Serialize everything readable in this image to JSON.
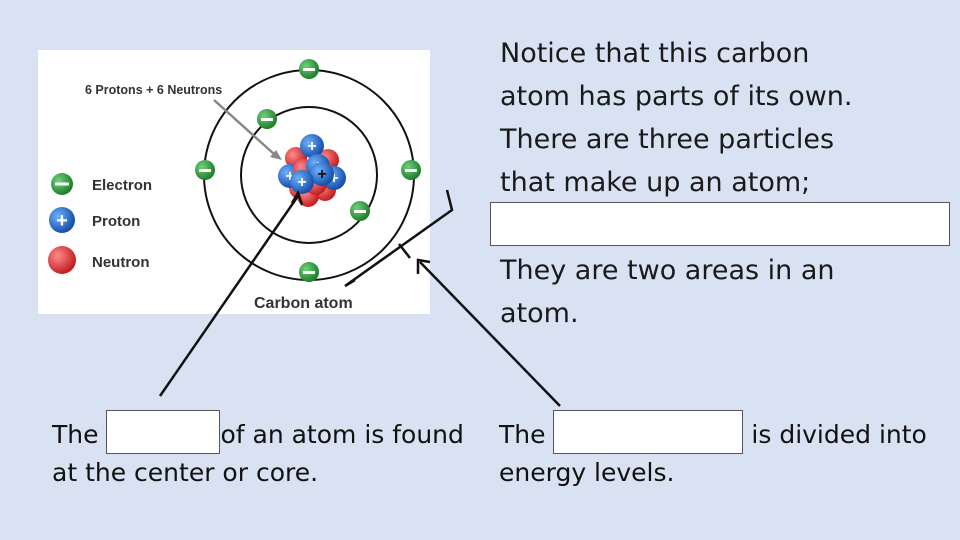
{
  "diagram": {
    "annotation": "6 Protons + 6 Neutrons",
    "legend": [
      {
        "label": "Electron",
        "symbol": "−",
        "color": "#2e9a3a"
      },
      {
        "label": "Proton",
        "symbol": "+",
        "color": "#1f6fd1"
      },
      {
        "label": "Neutron",
        "symbol": "",
        "color": "#e0393b"
      }
    ],
    "caption": "Carbon atom"
  },
  "right_text": {
    "line1": "Notice that this carbon",
    "line2": "atom has parts of its own.",
    "line3": "There are three particles",
    "line4": "that make up an atom;",
    "after_blank": "They are two areas in an atom."
  },
  "bottom_left": {
    "before": "The",
    "after": "of an atom is found at the center or core."
  },
  "bottom_right": {
    "before": "The",
    "after": "is divided into energy levels."
  },
  "colors": {
    "background": "#d9e2f3",
    "electron": "#2e9a3a",
    "proton": "#1f6fd1",
    "neutron": "#e0393b"
  }
}
